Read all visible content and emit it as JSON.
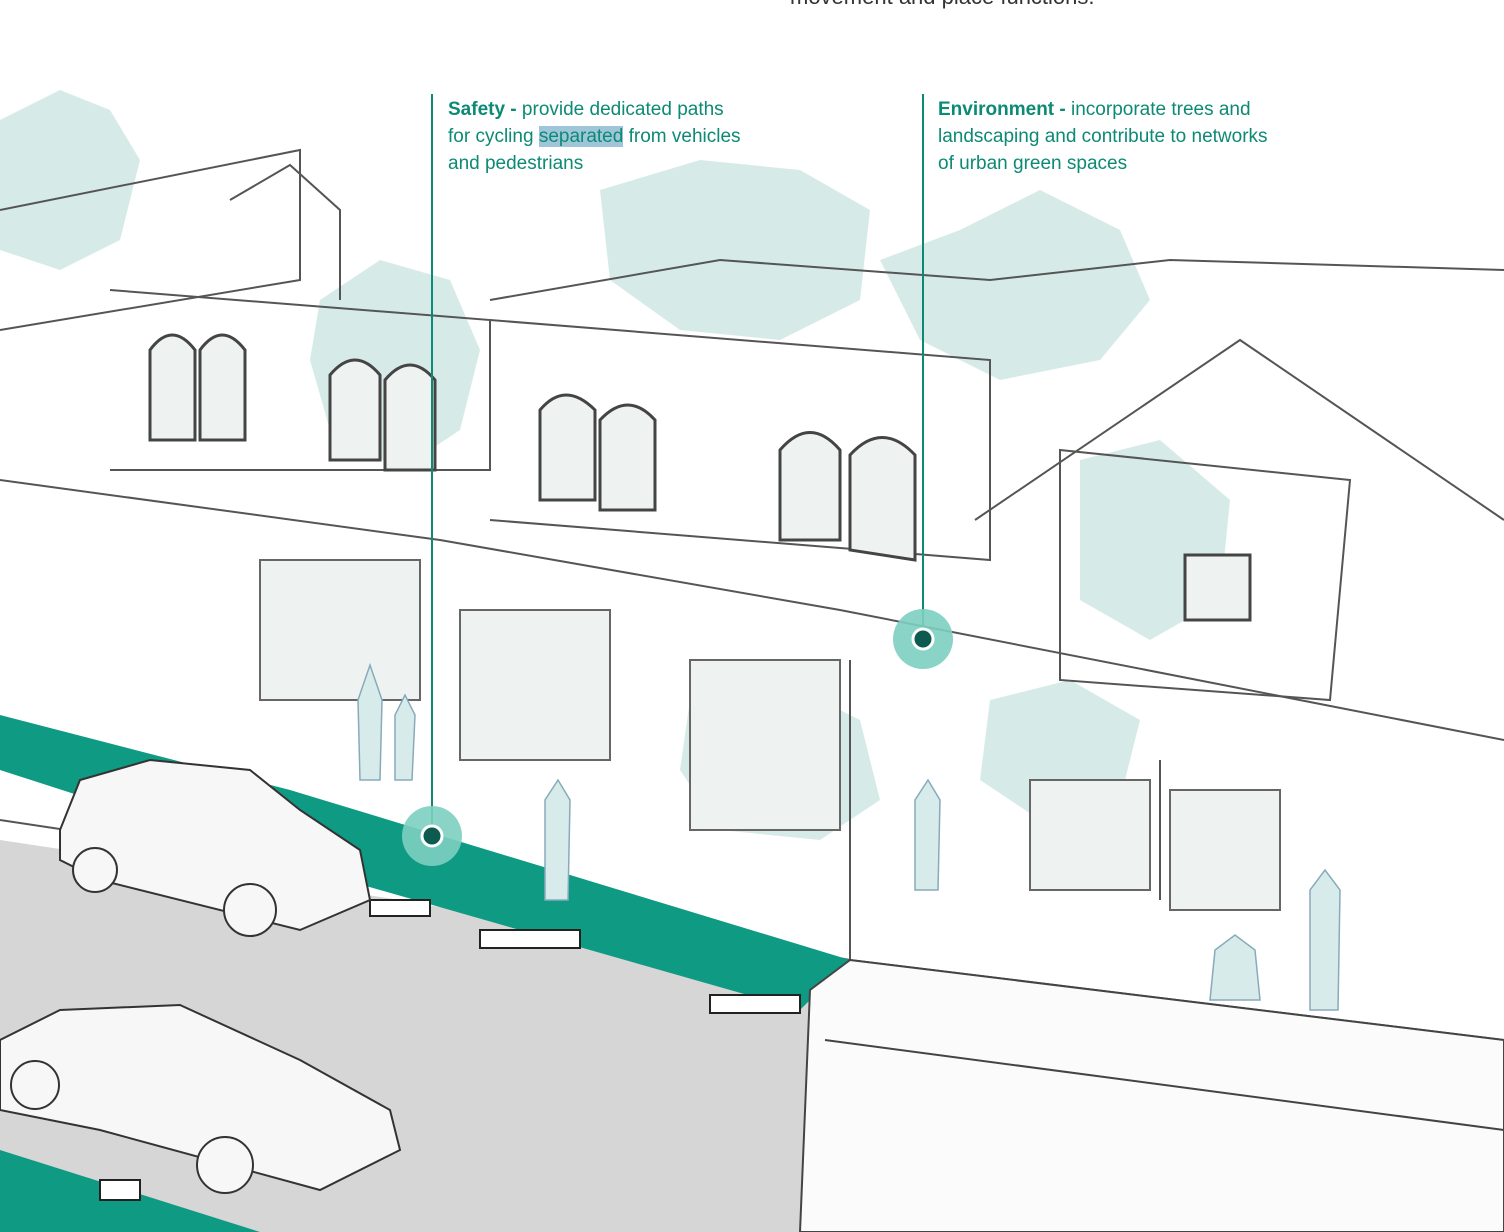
{
  "intro_fragment": "movement and place functions.",
  "callouts": {
    "safety": {
      "term": "Safety -",
      "text_before": " provide dedicated paths for cycling ",
      "highlighted": "separated",
      "text_after": " from vehicles and pedestrians"
    },
    "environment": {
      "term": "Environment -",
      "text": " incorporate trees and landscaping and contribute to networks of urban green spaces"
    }
  },
  "colors": {
    "accent": "#0c8a76",
    "cycle_lane": "#0f9a83",
    "marker_halo": "#7ccfc0",
    "tree_fill": "#cfe8e3",
    "road": "#d6d6d6",
    "highlight": "#9fc6d8"
  }
}
